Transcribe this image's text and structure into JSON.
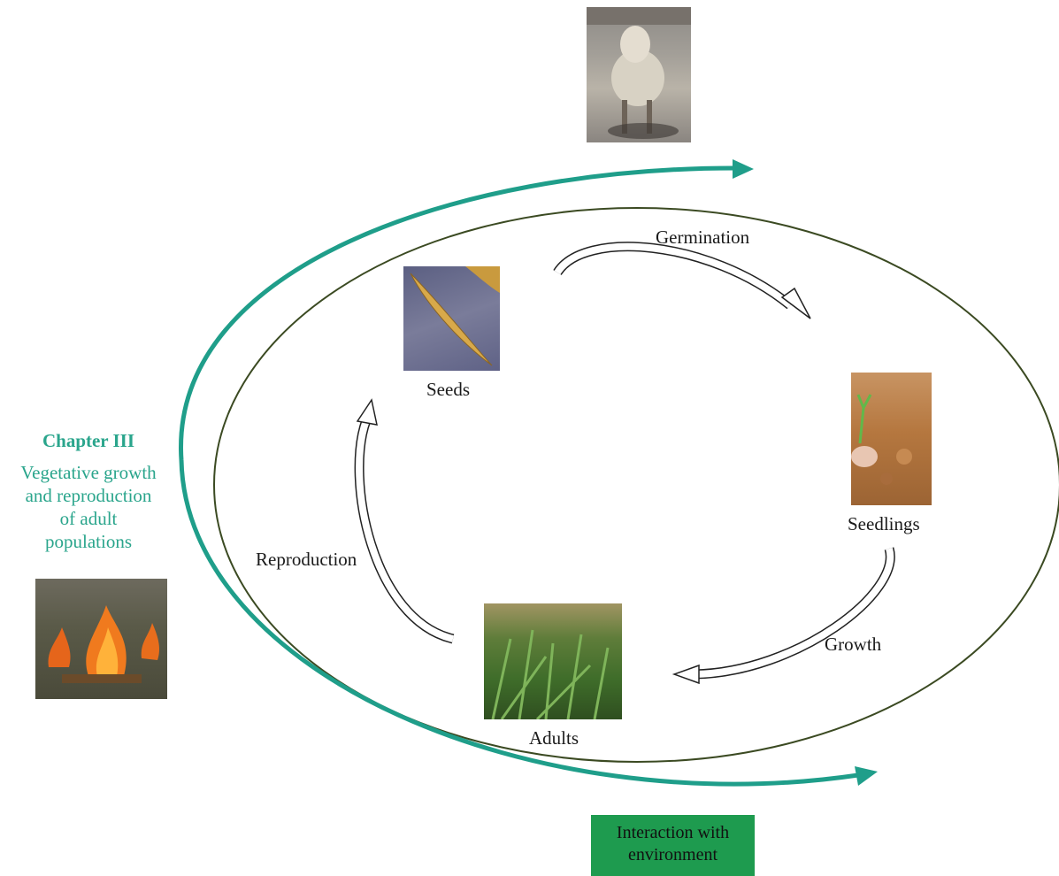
{
  "colors": {
    "outer_arrow": "#1f9e8a",
    "inner_ellipse": "#3b4a22",
    "chapter_text": "#2aa58c",
    "env_box": "#1e9b4f"
  },
  "stages": {
    "seeds": "Seeds",
    "seedlings": "Seedlings",
    "adults": "Adults"
  },
  "transitions": {
    "germination": "Germination",
    "growth": "Growth",
    "reproduction": "Reproduction"
  },
  "chapter": {
    "title": "Chapter III",
    "description_lines": [
      "Vegetative growth",
      "and reproduction",
      "of adult",
      "populations"
    ]
  },
  "environment_box": {
    "lines": [
      "Interaction with",
      "environment"
    ]
  },
  "photos": {
    "sheep": "sheep-photo",
    "seeds": "seeds-photo",
    "seedlings": "seedlings-photo",
    "adults": "adult-grass-photo",
    "fire": "fire-photo"
  }
}
